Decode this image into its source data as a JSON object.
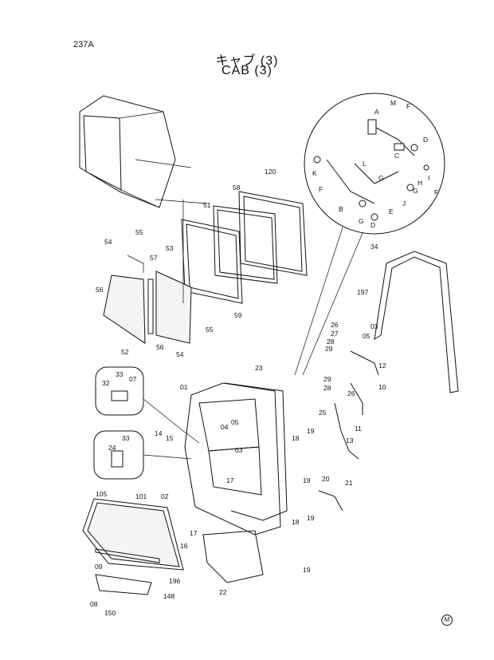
{
  "header": {
    "page_code": "237A",
    "title_jp": "キャブ (3)",
    "title_en": "CAB (3)",
    "mark": "M"
  },
  "labels": {
    "p237a_detail": [
      "A",
      "M",
      "F",
      "C",
      "D",
      "L",
      "K",
      "G",
      "F",
      "B",
      "G",
      "E",
      "J",
      "G",
      "F",
      "I",
      "H",
      "D"
    ],
    "detail_ref": "34",
    "windows": [
      "120",
      "58",
      "51",
      "53",
      "57",
      "54",
      "55",
      "56",
      "52",
      "56",
      "54",
      "55",
      "59"
    ],
    "seal": "197",
    "latch": [
      "26",
      "27",
      "28",
      "29",
      "05",
      "03",
      "12",
      "10",
      "29",
      "28",
      "26",
      "25",
      "11",
      "13"
    ],
    "door": [
      "01",
      "23",
      "04",
      "05",
      "03",
      "18",
      "19",
      "19",
      "17",
      "15",
      "14",
      "18",
      "19",
      "19",
      "20",
      "21"
    ],
    "inset1": [
      "33",
      "07",
      "32"
    ],
    "inset2": [
      "24",
      "33"
    ],
    "lower": [
      "105",
      "101",
      "02",
      "16",
      "17",
      "09",
      "196",
      "148",
      "08",
      "150",
      "22"
    ]
  }
}
